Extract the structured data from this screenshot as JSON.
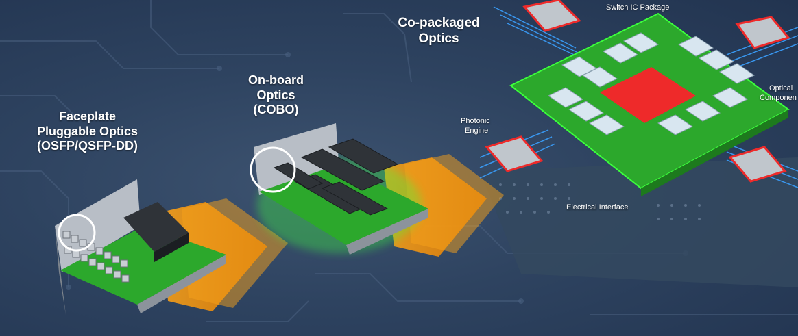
{
  "labels": {
    "faceplate": {
      "line1": "Faceplate",
      "line2": "Pluggable Optics",
      "line3": "(OSFP/QSFP-DD)"
    },
    "onboard": {
      "line1": "On-board",
      "line2": "Optics",
      "line3": "(COBO)"
    },
    "copackaged": {
      "line1": "Co-packaged",
      "line2": "Optics"
    }
  },
  "annotations": {
    "switch_ic_package": "Switch IC Package",
    "optical_components_line1": "Optical",
    "optical_components_line2": "Componen",
    "photonic_line1": "Photonic",
    "photonic_line2": "Engine",
    "electrical_interface": "Electrical Interface"
  },
  "colors": {
    "background": "#2e4360",
    "board_green": "#2eb82e",
    "arrow_orange": "#f08c00",
    "chip_red": "#ee2a2a",
    "chassis_gray": "#9aa1aa",
    "fiber_blue": "#3aa0ff"
  }
}
